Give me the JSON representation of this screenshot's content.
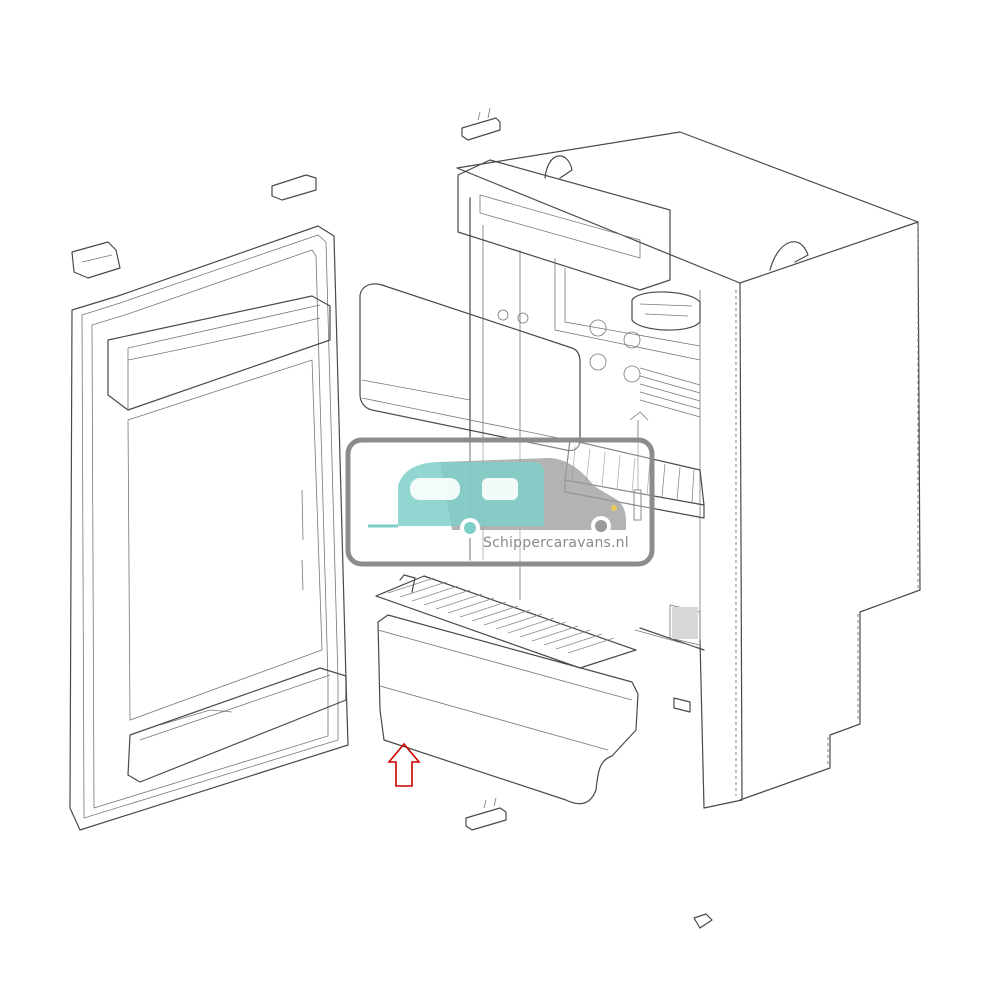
{
  "diagram": {
    "subject": "fridge-exploded-view",
    "parts": [
      "door",
      "door-hinge-top",
      "door-hinge-bottom",
      "door-latch",
      "door-shelf-top",
      "door-shelf-bottom",
      "freezer-flap",
      "cabinet",
      "control-panel",
      "upper-wire-shelf",
      "lower-wire-shelf",
      "crisper-drawer",
      "burner-part",
      "mounting-bracket-top",
      "mounting-bracket-bottom",
      "screw"
    ],
    "highlight": {
      "target": "crisper-drawer",
      "color": "#cc0000",
      "icon": "up-arrow-icon"
    }
  },
  "watermark": {
    "text": "Schippercaravans.nl",
    "color_caravan": "#7fcfc9",
    "color_car": "#9a9a9a",
    "color_frame": "#8c8c8c"
  }
}
